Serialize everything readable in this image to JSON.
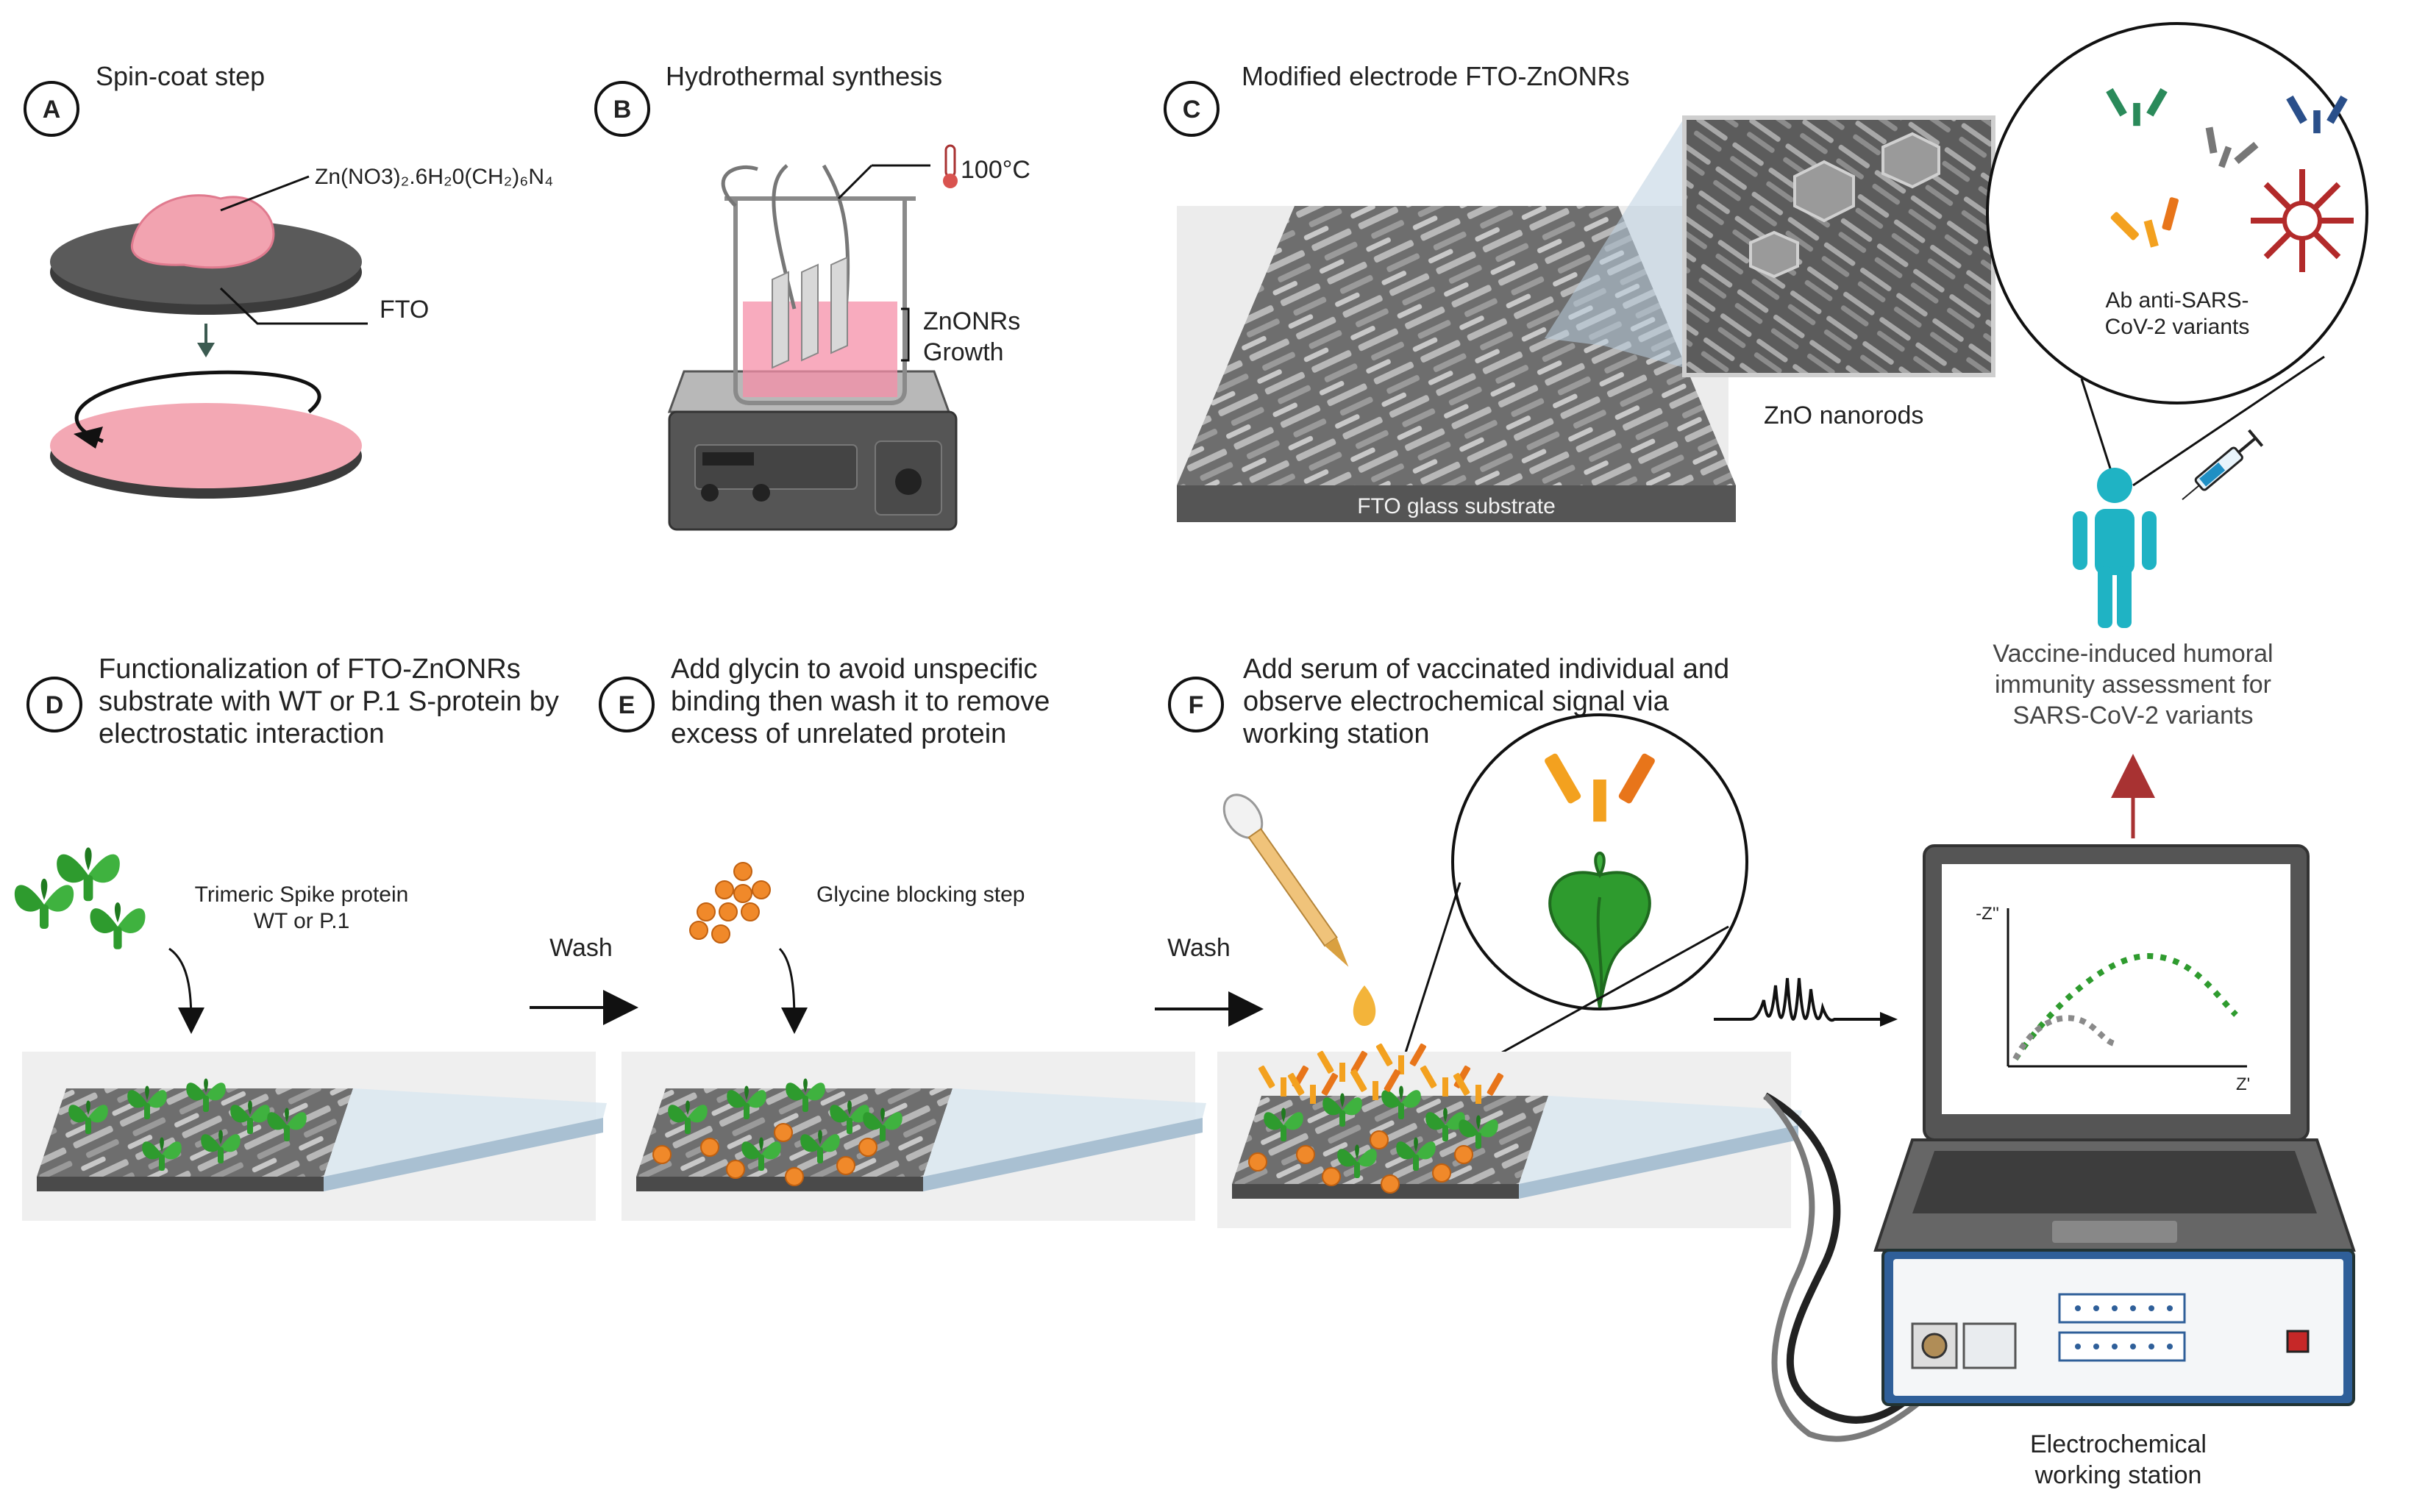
{
  "panels": {
    "a": {
      "letter": "A",
      "title": "Spin-coat step",
      "chem_label": "Zn(NO3)₂.6H₂0(CH₂)₆N₄",
      "fto_label": "FTO"
    },
    "b": {
      "letter": "B",
      "title": "Hydrothermal synthesis",
      "temp_label": "100°C",
      "growth_line1": "ZnONRs",
      "growth_line2": "Growth"
    },
    "c": {
      "letter": "C",
      "title": "Modified electrode FTO-ZnONRs",
      "substrate_label": "FTO glass substrate",
      "nanorods_label": "ZnO nanorods"
    },
    "d": {
      "letter": "D",
      "title_lines": [
        "Functionalization of FTO-ZnONRs",
        "substrate with WT or P.1 S-protein by",
        "electrostatic interaction"
      ],
      "protein_line1": "Trimeric Spike protein",
      "protein_line2": "WT or  P.1"
    },
    "e": {
      "letter": "E",
      "title_lines": [
        "Add glycin to avoid unspecific",
        "binding  then wash it to remove",
        "excess of unrelated protein"
      ],
      "blocking_label": "Glycine blocking step"
    },
    "f": {
      "letter": "F",
      "title_lines": [
        "Add serum of vaccinated individual and",
        "observe electrochemical signal via",
        "working station"
      ]
    }
  },
  "wash_labels": [
    "Wash",
    "Wash"
  ],
  "antibody_circle": {
    "label_line1": "Ab anti-SARS-",
    "label_line2": "CoV-2  variants"
  },
  "assessment": {
    "lines": [
      "Vaccine-induced humoral",
      "immunity assessment for",
      "SARS-CoV-2 variants"
    ]
  },
  "workstation": {
    "label_line1": "Electrochemical",
    "label_line2": "working station"
  },
  "nyquist_plot": {
    "y_axis_label": "-Z''",
    "x_axis_label": "Z'"
  },
  "colors": {
    "spike_green": "#2e9b2e",
    "glycine_orange": "#f0892a",
    "antibody_orange": "#f3a11f",
    "person_teal": "#1fb3c4",
    "arrow_red": "#a83232",
    "fto_gray": "#5a5a5a",
    "glass_blue": "#c9dbe9",
    "pink_solution": "#f58fa8"
  }
}
